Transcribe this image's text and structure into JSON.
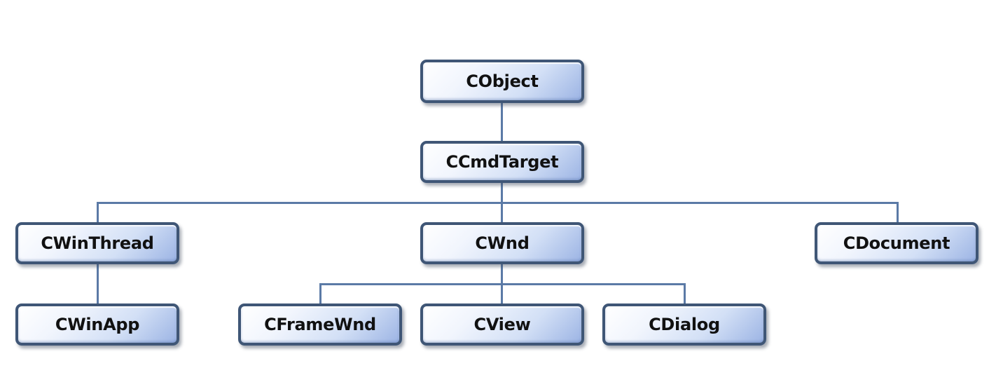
{
  "diagram": {
    "nodes": {
      "cobject": "CObject",
      "ccmdtarget": "CCmdTarget",
      "cwinthread": "CWinThread",
      "cwnd": "CWnd",
      "cdocument": "CDocument",
      "cwinapp": "CWinApp",
      "cframewnd": "CFrameWnd",
      "cview": "CView",
      "cdialog": "CDialog"
    },
    "edges": [
      [
        "CObject",
        "CCmdTarget"
      ],
      [
        "CCmdTarget",
        "CWinThread"
      ],
      [
        "CCmdTarget",
        "CWnd"
      ],
      [
        "CCmdTarget",
        "CDocument"
      ],
      [
        "CWinThread",
        "CWinApp"
      ],
      [
        "CWnd",
        "CFrameWnd"
      ],
      [
        "CWnd",
        "CView"
      ],
      [
        "CWnd",
        "CDialog"
      ]
    ]
  }
}
